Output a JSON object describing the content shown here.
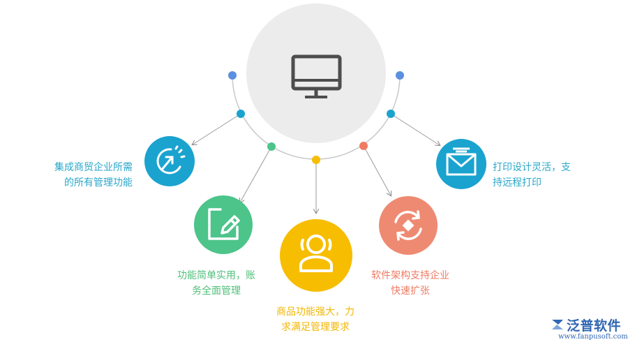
{
  "features": [
    {
      "id": "c1",
      "icon": "timer-arrow-icon",
      "color": "#1aa3cf",
      "label_lines": [
        "集成商贸企业所需",
        "的所有管理功能"
      ]
    },
    {
      "id": "c2",
      "icon": "mail-icon",
      "color": "#1aa3cf",
      "label_lines": [
        "打印设计灵活，支",
        "持远程打印"
      ]
    },
    {
      "id": "c3",
      "icon": "edit-icon",
      "color": "#4cc48a",
      "label_lines": [
        "功能简单实用，账",
        "务全面管理"
      ]
    },
    {
      "id": "c4",
      "icon": "user-icon",
      "color": "#f7bd00",
      "label_lines": [
        "商品功能强大，力",
        "求满足管理要求"
      ]
    },
    {
      "id": "c5",
      "icon": "refresh-icon",
      "color": "#ef8a72",
      "label_lines": [
        "软件架构支持企业",
        "快速扩张"
      ]
    }
  ],
  "center_icon": "monitor-icon",
  "dots": [
    {
      "color": "#5b8fe0"
    },
    {
      "color": "#1aa3cf"
    },
    {
      "color": "#4cc48a"
    },
    {
      "color": "#f7bd00"
    },
    {
      "color": "#ef7b63"
    },
    {
      "color": "#1aa3cf"
    },
    {
      "color": "#5b8fe0"
    }
  ],
  "logo": {
    "name": "泛普软件",
    "url": "www.fanpusoft.com",
    "mark_icon": "fanpu-logo-icon"
  }
}
